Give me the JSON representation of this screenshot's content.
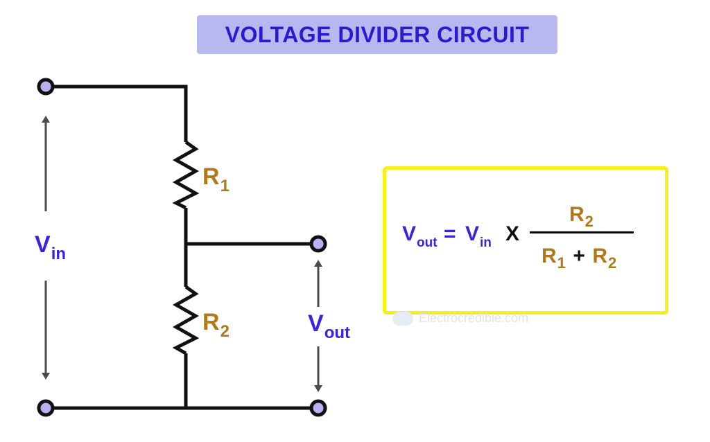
{
  "title": "VOLTAGE DIVIDER CIRCUIT",
  "labels": {
    "vin": {
      "main": "V",
      "sub": "in"
    },
    "r1": {
      "main": "R",
      "sub": "1"
    },
    "r2": {
      "main": "R",
      "sub": "2"
    },
    "vout": {
      "main": "V",
      "sub": "out"
    }
  },
  "formula": {
    "lhs_main": "V",
    "lhs_sub": "out",
    "equals": "=",
    "vin_main": "V",
    "vin_sub": "in",
    "times": "X",
    "numerator_main": "R",
    "numerator_sub": "2",
    "den_r1_main": "R",
    "den_r1_sub": "1",
    "plus": "+",
    "den_r2_main": "R",
    "den_r2_sub": "2"
  },
  "watermark": "Electrocredible.com",
  "colors": {
    "title_bg": "#b8b8f0",
    "blue_text": "#3a22e0",
    "gold_text": "#b07a1a",
    "terminal": "#b8b0f0",
    "formula_border": "#f2f21a"
  }
}
